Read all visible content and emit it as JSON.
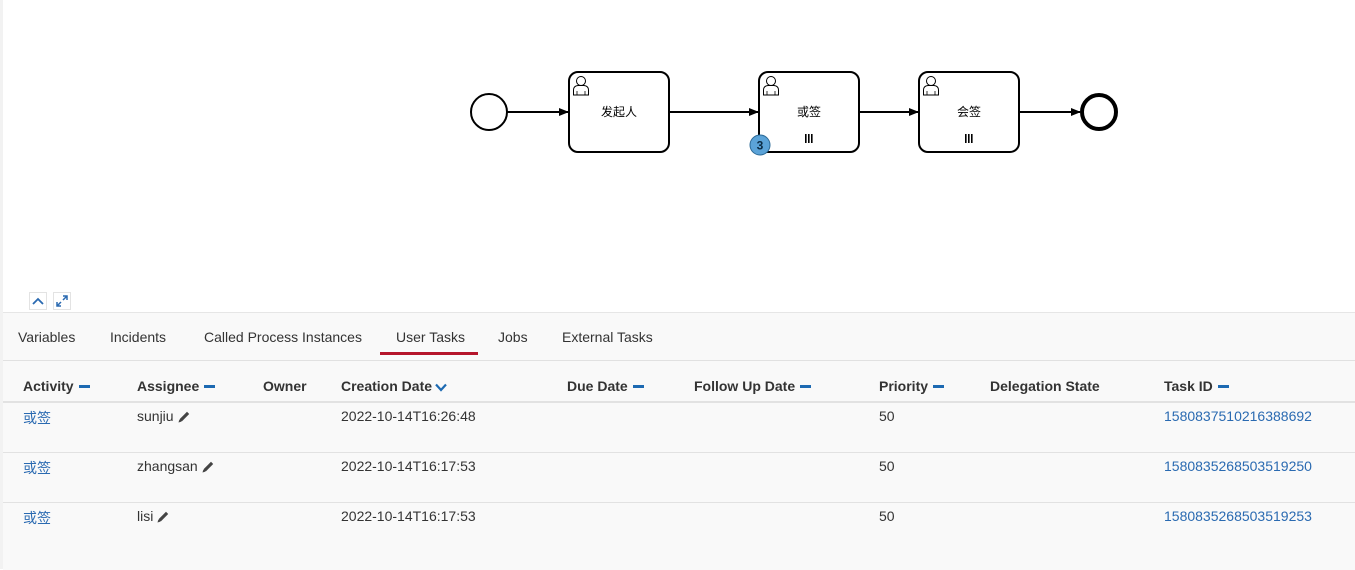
{
  "diagram": {
    "tasks": [
      {
        "label": "发起人",
        "icon": "user-icon",
        "multi_instance": false
      },
      {
        "label": "或签",
        "icon": "user-icon",
        "multi_instance": true,
        "badge": "3"
      },
      {
        "label": "会签",
        "icon": "user-icon",
        "multi_instance": true
      }
    ],
    "colors": {
      "badge_fill": "#5ba3d8",
      "stroke": "#000000"
    }
  },
  "controls": {
    "collapse_icon": "chevron-up-icon",
    "expand_icon": "expand-icon"
  },
  "tabs": [
    {
      "label": "Variables",
      "active": false
    },
    {
      "label": "Incidents",
      "active": false
    },
    {
      "label": "Called Process Instances",
      "active": false
    },
    {
      "label": "User Tasks",
      "active": true
    },
    {
      "label": "Jobs",
      "active": false
    },
    {
      "label": "External Tasks",
      "active": false
    }
  ],
  "table": {
    "headers": [
      "Activity",
      "Assignee",
      "Owner",
      "Creation Date",
      "Due Date",
      "Follow Up Date",
      "Priority",
      "Delegation State",
      "Task ID"
    ],
    "rows": [
      {
        "activity": "或签",
        "assignee": "sunjiu",
        "owner": "",
        "creation_date": "2022-10-14T16:26:48",
        "due_date": "",
        "follow_up_date": "",
        "priority": "50",
        "delegation_state": "",
        "task_id": "1580837510216388692"
      },
      {
        "activity": "或签",
        "assignee": "zhangsan",
        "owner": "",
        "creation_date": "2022-10-14T16:17:53",
        "due_date": "",
        "follow_up_date": "",
        "priority": "50",
        "delegation_state": "",
        "task_id": "1580835268503519250"
      },
      {
        "activity": "或签",
        "assignee": "lisi",
        "owner": "",
        "creation_date": "2022-10-14T16:17:53",
        "due_date": "",
        "follow_up_date": "",
        "priority": "50",
        "delegation_state": "",
        "task_id": "1580835268503519253"
      }
    ]
  },
  "accent_color": "#b5152b",
  "link_color": "#2a6ab1"
}
